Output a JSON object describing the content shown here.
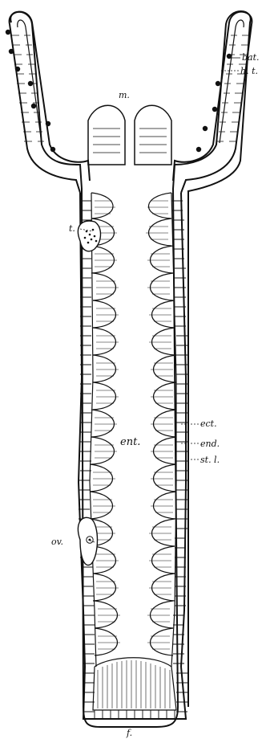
{
  "labels": {
    "bat": "bat.",
    "ht": "h. t.",
    "m": "m.",
    "t": "t.",
    "ect": "ect.",
    "end": "end.",
    "ent": "ent.",
    "stl": "st. l.",
    "ov": "ov.",
    "f": "f."
  },
  "colors": {
    "ink": "#111111",
    "paper": "#ffffff"
  }
}
